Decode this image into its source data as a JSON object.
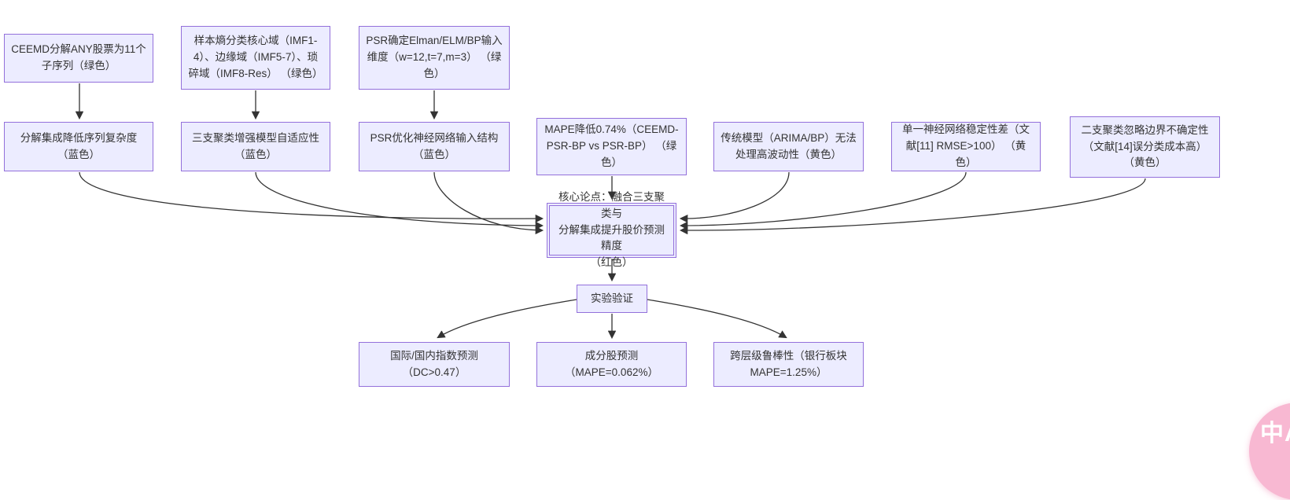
{
  "diagram": {
    "type": "flowchart",
    "colors": {
      "node_fill": "#ECECFF",
      "node_border": "#9370DB",
      "edge_stroke": "#333333",
      "text": "#333333",
      "background": "#ffffff",
      "translate_badge_pink": "#F8B8D2"
    },
    "nodes": {
      "ceemd": {
        "label": "CEEMD分解ANY股票为11个\n子序列（绿色）"
      },
      "entropy": {
        "label": "样本熵分类核心域（IMF1-\n4）、边缘域（IMF5-7）、琐\n碎域（IMF8-Res） （绿色）"
      },
      "psrdim": {
        "label": "PSR确定Elman/ELM/BP输入\n维度（w=12,t=7,m=3） （绿\n色）"
      },
      "decomp": {
        "label": "分解集成降低序列复杂度\n（蓝色）"
      },
      "threeway": {
        "label": "三支聚类增强模型自适应性\n（蓝色）"
      },
      "psropt": {
        "label": "PSR优化神经网络输入结构\n（蓝色）"
      },
      "mape": {
        "label": "MAPE降低0.74%（CEEMD-\nPSR-BP vs PSR-BP） （绿\n色）"
      },
      "trad": {
        "label": "传统模型（ARIMA/BP）无法\n处理高波动性（黄色）"
      },
      "single": {
        "label": "单一神经网络稳定性差（文\n献[11] RMSE>100） （黄色）"
      },
      "twoway": {
        "label": "二支聚类忽略边界不确定性\n（文献[14]误分类成本高）\n（黄色）"
      },
      "core": {
        "label": "核心论点：融合三支聚类与\n分解集成提升股价预测精度\n（红色）"
      },
      "exp": {
        "label": "实验验证"
      },
      "index": {
        "label": "国际/国内指数预测\n（DC>0.47）"
      },
      "stock": {
        "label": "成分股预测\n（MAPE=0.062%）"
      },
      "robust": {
        "label": "跨层级鲁棒性（银行板块\nMAPE=1.25%）"
      }
    },
    "edges": [
      {
        "from": "ceemd",
        "to": "decomp"
      },
      {
        "from": "entropy",
        "to": "threeway"
      },
      {
        "from": "psrdim",
        "to": "psropt"
      },
      {
        "from": "decomp",
        "to": "core"
      },
      {
        "from": "threeway",
        "to": "core"
      },
      {
        "from": "psropt",
        "to": "core"
      },
      {
        "from": "mape",
        "to": "core"
      },
      {
        "from": "trad",
        "to": "core"
      },
      {
        "from": "single",
        "to": "core"
      },
      {
        "from": "twoway",
        "to": "core"
      },
      {
        "from": "core",
        "to": "exp"
      },
      {
        "from": "exp",
        "to": "index"
      },
      {
        "from": "exp",
        "to": "stock"
      },
      {
        "from": "exp",
        "to": "robust"
      }
    ]
  },
  "widgets": {
    "translate_badge_label": "中A"
  }
}
